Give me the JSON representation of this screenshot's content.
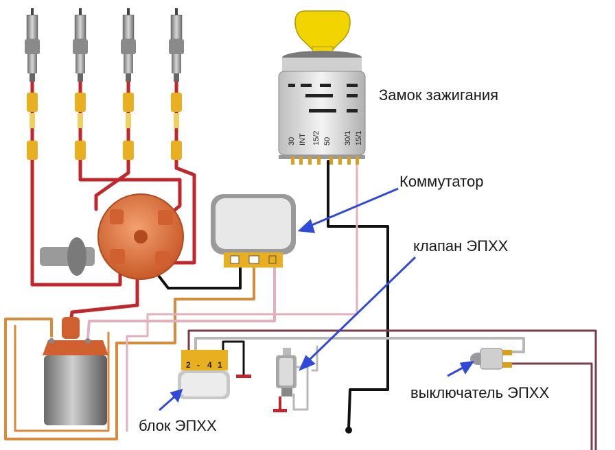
{
  "labels": {
    "ignition_lock": "Замок зажигания",
    "commutator": "Коммутатор",
    "valve": "клапан ЭПХХ",
    "switch": "выключатель ЭПХХ",
    "block": "блок ЭПХХ"
  },
  "lock_terminals": [
    "30",
    "INT",
    "15/2",
    "50",
    "30/1",
    "15/1"
  ],
  "block_pins": [
    "2",
    "-",
    "4",
    "1"
  ],
  "colors": {
    "wire_red": "#c0262a",
    "wire_orange": "#d98a3a",
    "wire_pink": "#e3b1bd",
    "wire_grey": "#b8b8b8",
    "wire_black": "#111111",
    "wire_brown": "#7a3b4a",
    "distributor": "#e07a45",
    "key": "#f2d400",
    "arrow": "#2f4ad8"
  }
}
